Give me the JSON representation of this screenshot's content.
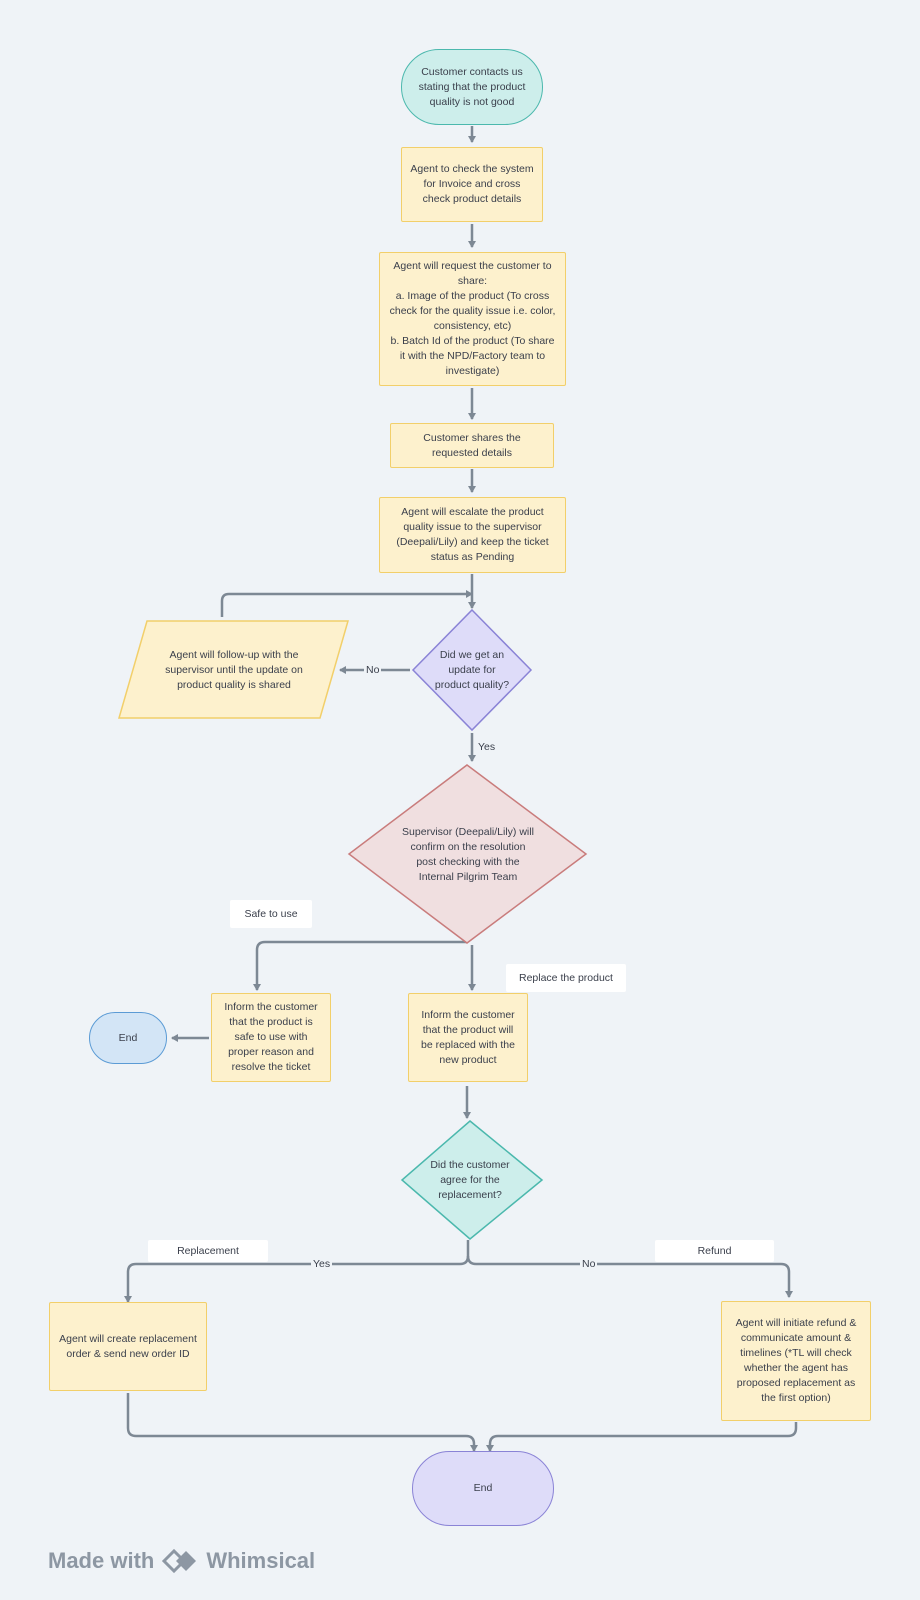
{
  "nodes": {
    "start": "Customer contacts us stating that the product quality is not good",
    "check_system": "Agent to check the system for Invoice and cross check product details",
    "request_details": "Agent will request the customer to share:\na. Image of the product (To cross check for the quality issue i.e. color, consistency, etc)\nb. Batch Id of the product (To share it with the NPD/Factory team to investigate)",
    "customer_shares": "Customer shares the requested details",
    "escalate": "Agent will escalate the product quality issue to the supervisor (Deepali/Lily) and keep the ticket status as Pending",
    "decision_update": "Did we get an update for product quality?",
    "follow_up": "Agent will follow-up with the supervisor until the update on product quality is shared",
    "supervisor_confirm": "Supervisor (Deepali/Lily)  will confirm on the resolution post checking with the Internal Pilgrim Team",
    "inform_safe": "Inform the customer that the product is safe to use with proper reason and resolve the ticket",
    "end_left": "End",
    "inform_replace": "Inform the customer that the product will be replaced with the new product",
    "decision_agree": "Did the customer agree for the replacement?",
    "create_replacement": "Agent will create replacement order & send new order ID",
    "initiate_refund": "Agent will initiate refund & communicate amount & timelines (*TL will check whether the agent has proposed  replacement as the first option)",
    "end_bottom": "End"
  },
  "tags": {
    "safe_to_use": "Safe to use",
    "replace_product": "Replace the product",
    "replacement": "Replacement",
    "refund": "Refund"
  },
  "edge_labels": {
    "no_update": "No",
    "yes_update": "Yes",
    "yes_agree": "Yes",
    "no_agree": "No"
  },
  "footer": {
    "made_with": "Made with",
    "brand": "Whimsical"
  },
  "colors": {
    "edge": "#7d8894",
    "rect_fill": "#fdf1cd",
    "rect_border": "#f2cf6a",
    "teal_fill": "#cdeeeb",
    "teal_border": "#4bb8ad",
    "purple_fill": "#dedcf9",
    "purple_border": "#8a83d6",
    "red_fill": "#f0dfe0",
    "red_border": "#c97c7c",
    "blue_fill": "#d3e5f6",
    "blue_border": "#5b9bd5"
  }
}
